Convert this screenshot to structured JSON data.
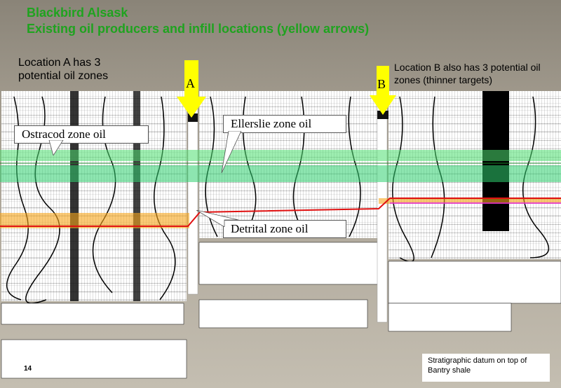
{
  "title_line1": "Blackbird Alsask",
  "title_line2": "Existing oil producers and infill locations (yellow arrows)",
  "note_a": "Location A has 3 potential oil zones",
  "note_b": "Location B also has 3 potential oil zones (thinner targets)",
  "arrow_a_label": "A",
  "arrow_b_label": "B",
  "callout_ostracod": "Ostracod zone oil",
  "callout_ellerslie": "Ellerslie zone oil",
  "callout_detrital": "Detrital zone oil",
  "datum_note": "Stratigraphic datum on top of Bantry shale",
  "page_number": "14",
  "colors": {
    "title": "#1fa31f",
    "arrow": "#ffff00",
    "green_band": "#4ddf6f",
    "orange_band": "#f6a51a",
    "red_line": "#e01010",
    "magenta_line": "#e020e0"
  }
}
